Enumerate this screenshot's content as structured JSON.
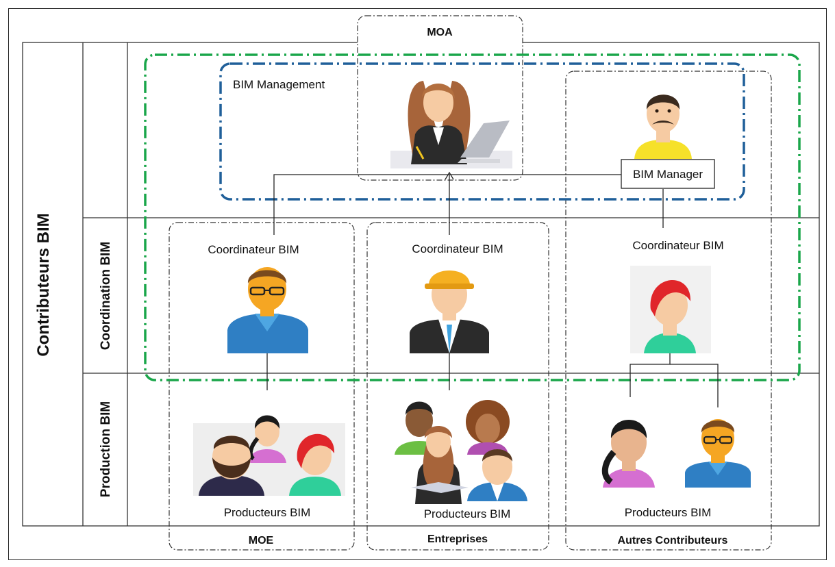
{
  "diagram": {
    "main_label": "Contributeurs BIM",
    "rows": {
      "management": "",
      "coordination": "Coordination BIM",
      "production": "Production BIM"
    },
    "groups": {
      "moa": "MOA",
      "moe": "MOE",
      "entreprises": "Entreprises",
      "autres": "Autres Contributeurs"
    },
    "bim_management_label": "BIM Management",
    "bim_manager_label": "BIM Manager",
    "coordinators": {
      "moe": "Coordinateur BIM",
      "entreprises": "Coordinateur BIM",
      "autres": "Coordinateur BIM"
    },
    "producers": {
      "moe": "Producteurs BIM",
      "entreprises": "Producteurs BIM",
      "autres": "Producteurs BIM"
    },
    "colors": {
      "green_boundary": "#1aa64a",
      "blue_boundary": "#1f5f99",
      "grid_line": "#333333",
      "skin": "#f6cba3",
      "blue_shirt": "#2f7fc4",
      "yellow_shirt": "#f6e12a"
    },
    "icons": {
      "moa": "businesswoman-laptop-icon",
      "bim_manager": "man-mustache-icon",
      "moe_coordinator": "man-glasses-icon",
      "entreprises_coordinator": "man-hardhat-icon",
      "autres_coordinator": "woman-redhair-icon",
      "moe_producers": "producers-group-icon",
      "entreprises_producers": "producers-group-icon",
      "autres_producer_1": "woman-ponytail-icon",
      "autres_producer_2": "man-glasses-icon"
    }
  }
}
